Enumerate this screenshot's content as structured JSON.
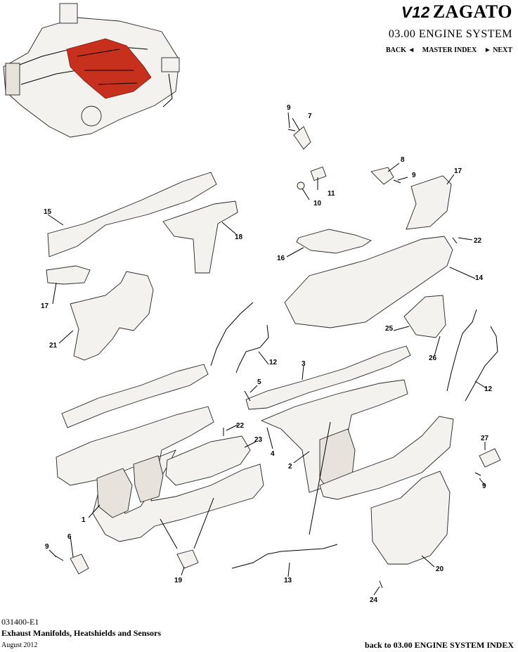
{
  "header": {
    "brand_mark": "V12",
    "brand_name": "ZAGATO",
    "section_title": "03.00 ENGINE SYSTEM",
    "nav_back": "BACK ◄",
    "nav_index": "MASTER INDEX",
    "nav_next": "► NEXT"
  },
  "footer": {
    "code": "031400-E1",
    "title": "Exhaust Manifolds, Heatshields and Sensors",
    "date": "August 2012",
    "back_link": "back to 03.00 ENGINE SYSTEM INDEX"
  },
  "colors": {
    "highlight_red": "#c8301e",
    "line": "#000000",
    "part_fill": "#f4f2ee"
  },
  "callouts": {
    "c1": "1",
    "c2": "2",
    "c3": "3",
    "c4": "4",
    "c5": "5",
    "c6": "6",
    "c7": "7",
    "c8": "8",
    "c9a": "9",
    "c9b": "9",
    "c9c": "9",
    "c9d": "9",
    "c10": "10",
    "c11": "11",
    "c12a": "12",
    "c12b": "12",
    "c13": "13",
    "c14": "14",
    "c15": "15",
    "c16": "16",
    "c17a": "17",
    "c17b": "17",
    "c18": "18",
    "c19": "19",
    "c20": "20",
    "c21": "21",
    "c22a": "22",
    "c22b": "22",
    "c23": "23",
    "c24": "24",
    "c25": "25",
    "c26": "26",
    "c27": "27"
  }
}
